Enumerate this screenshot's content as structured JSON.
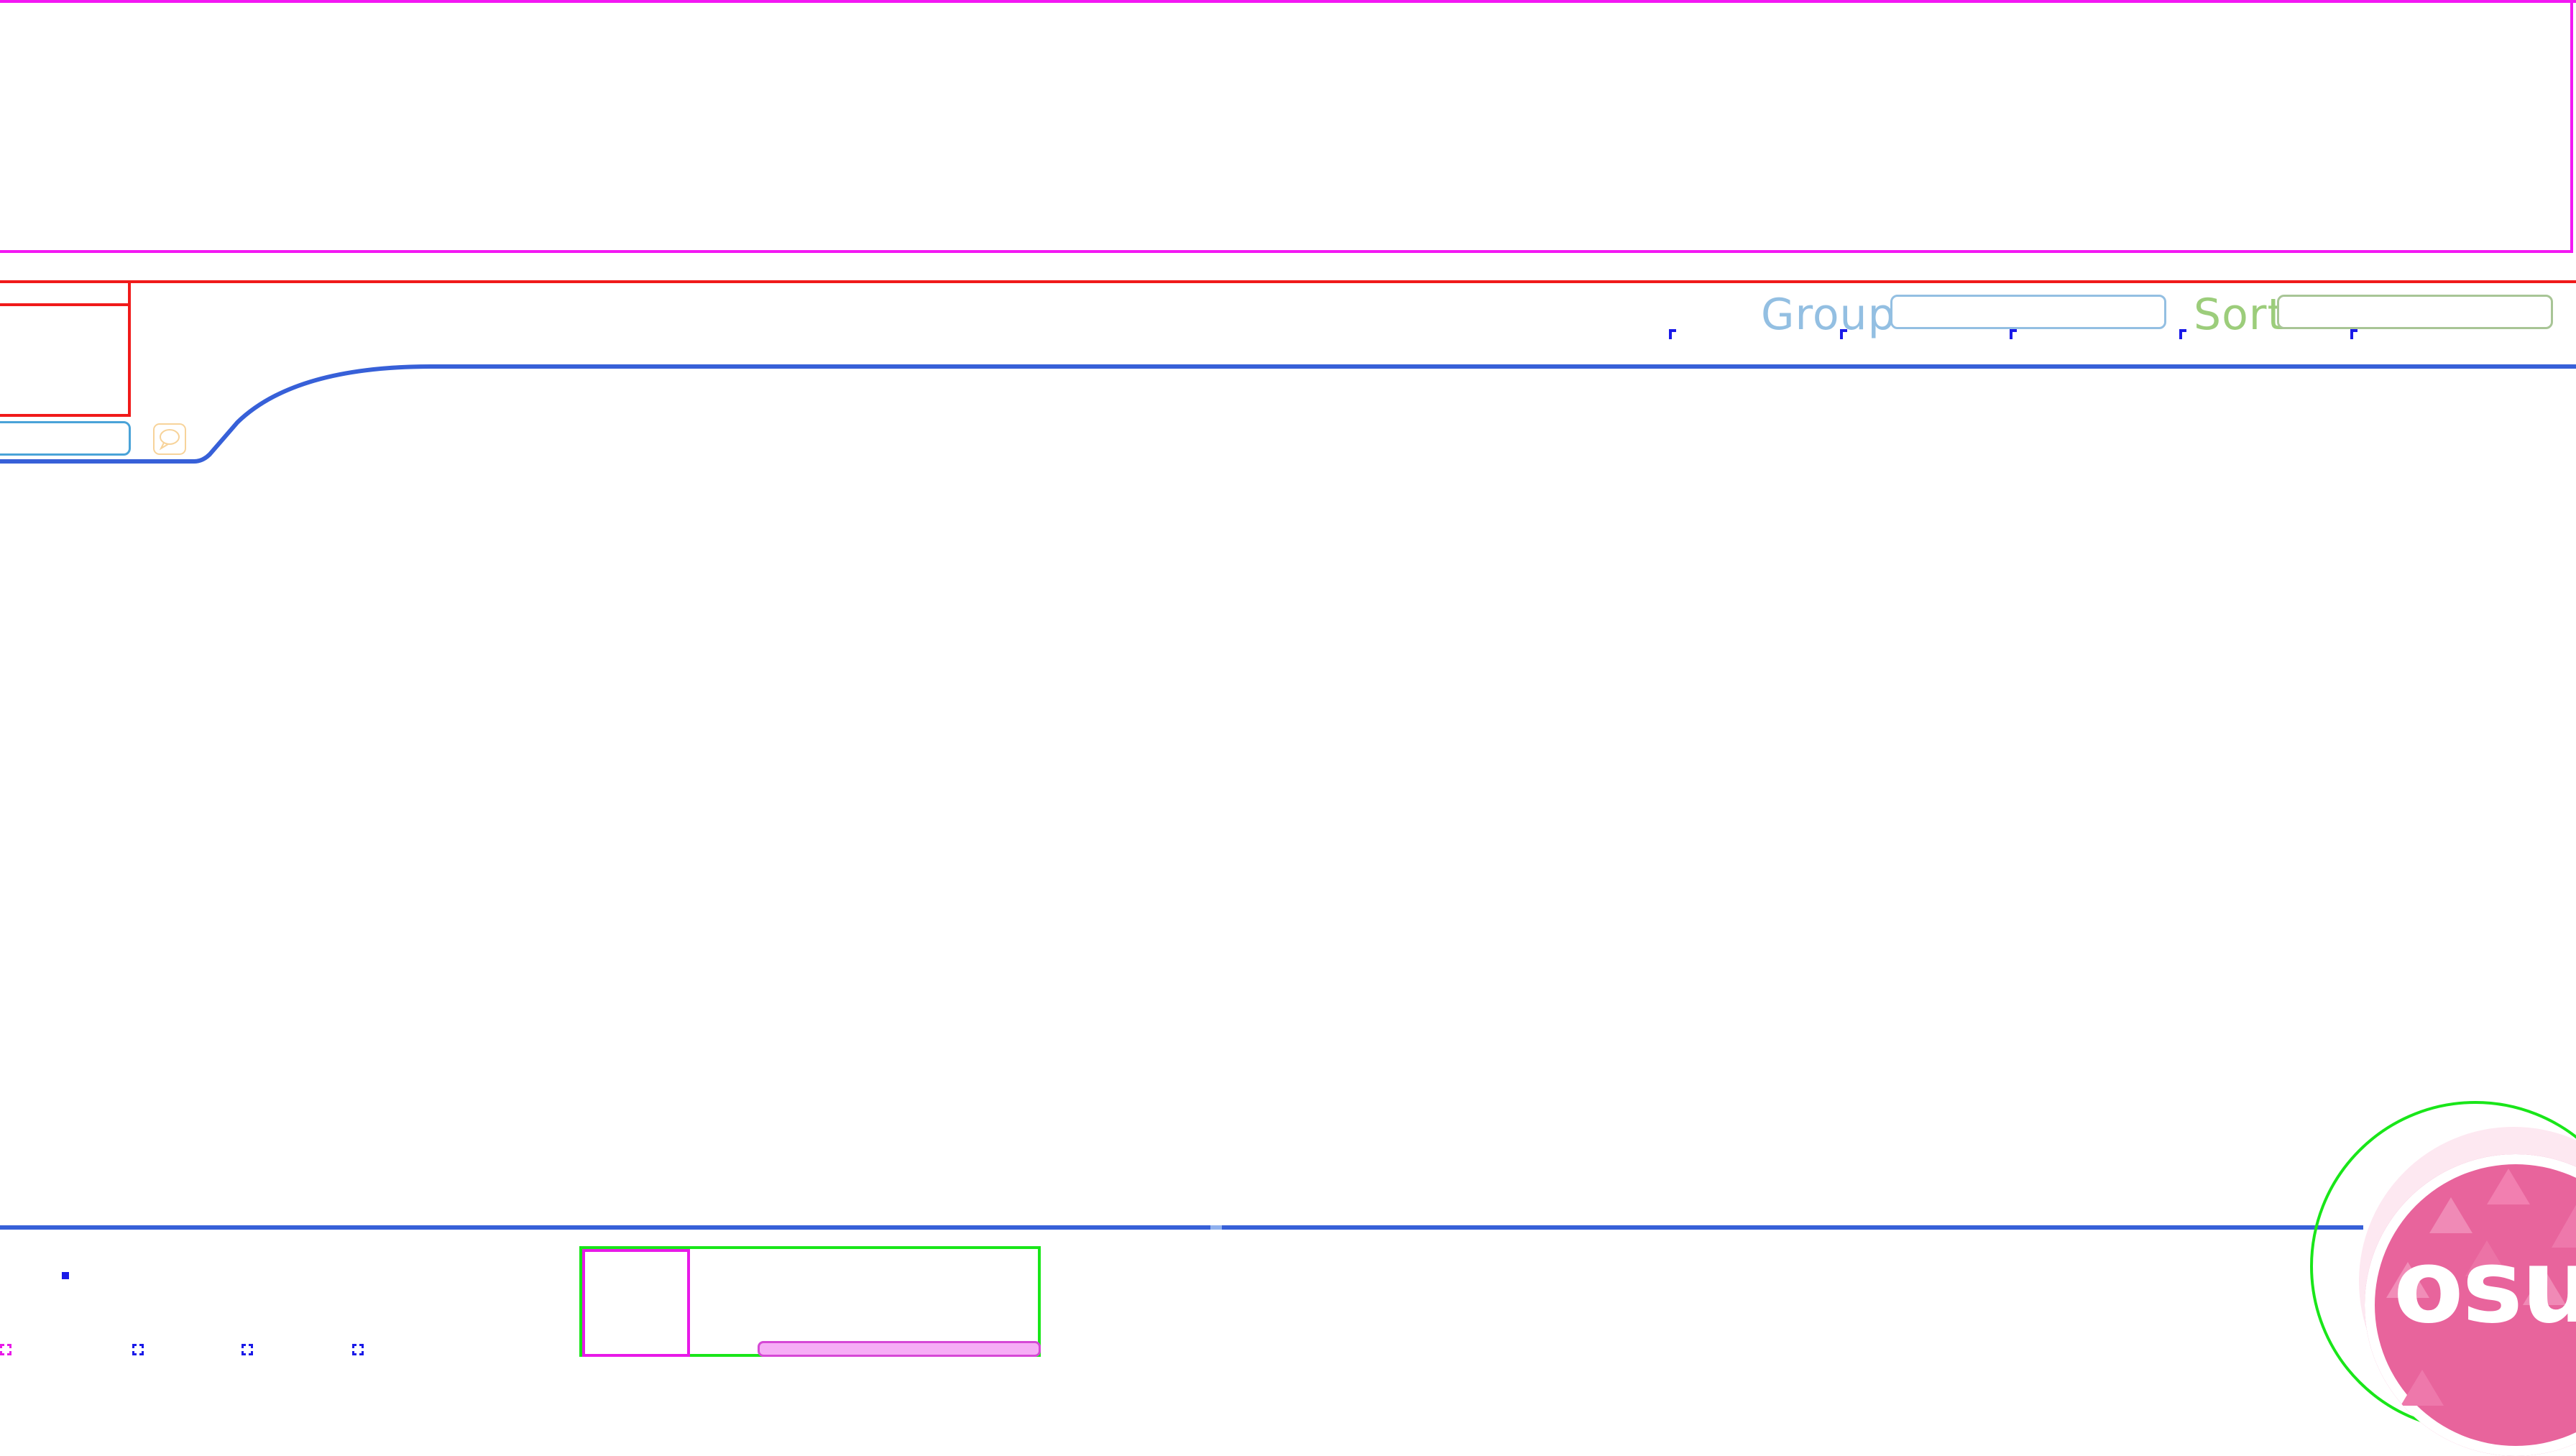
{
  "toolbar": {
    "group_label": "Group",
    "sort_label": "Sort",
    "group_value": "",
    "sort_value": "",
    "search_placeholder": ""
  },
  "logo": {
    "text": "osu"
  },
  "colors": {
    "debug_magenta": "#f318f3",
    "debug_red": "#f01a1a",
    "frame_blue": "#3760d8",
    "group_blue": "#93bfe2",
    "sort_green": "#9ccd7b",
    "logo_pink": "#e8649c",
    "debug_green": "#19e619"
  },
  "icons": {
    "chat": "chat-bubble-icon"
  }
}
